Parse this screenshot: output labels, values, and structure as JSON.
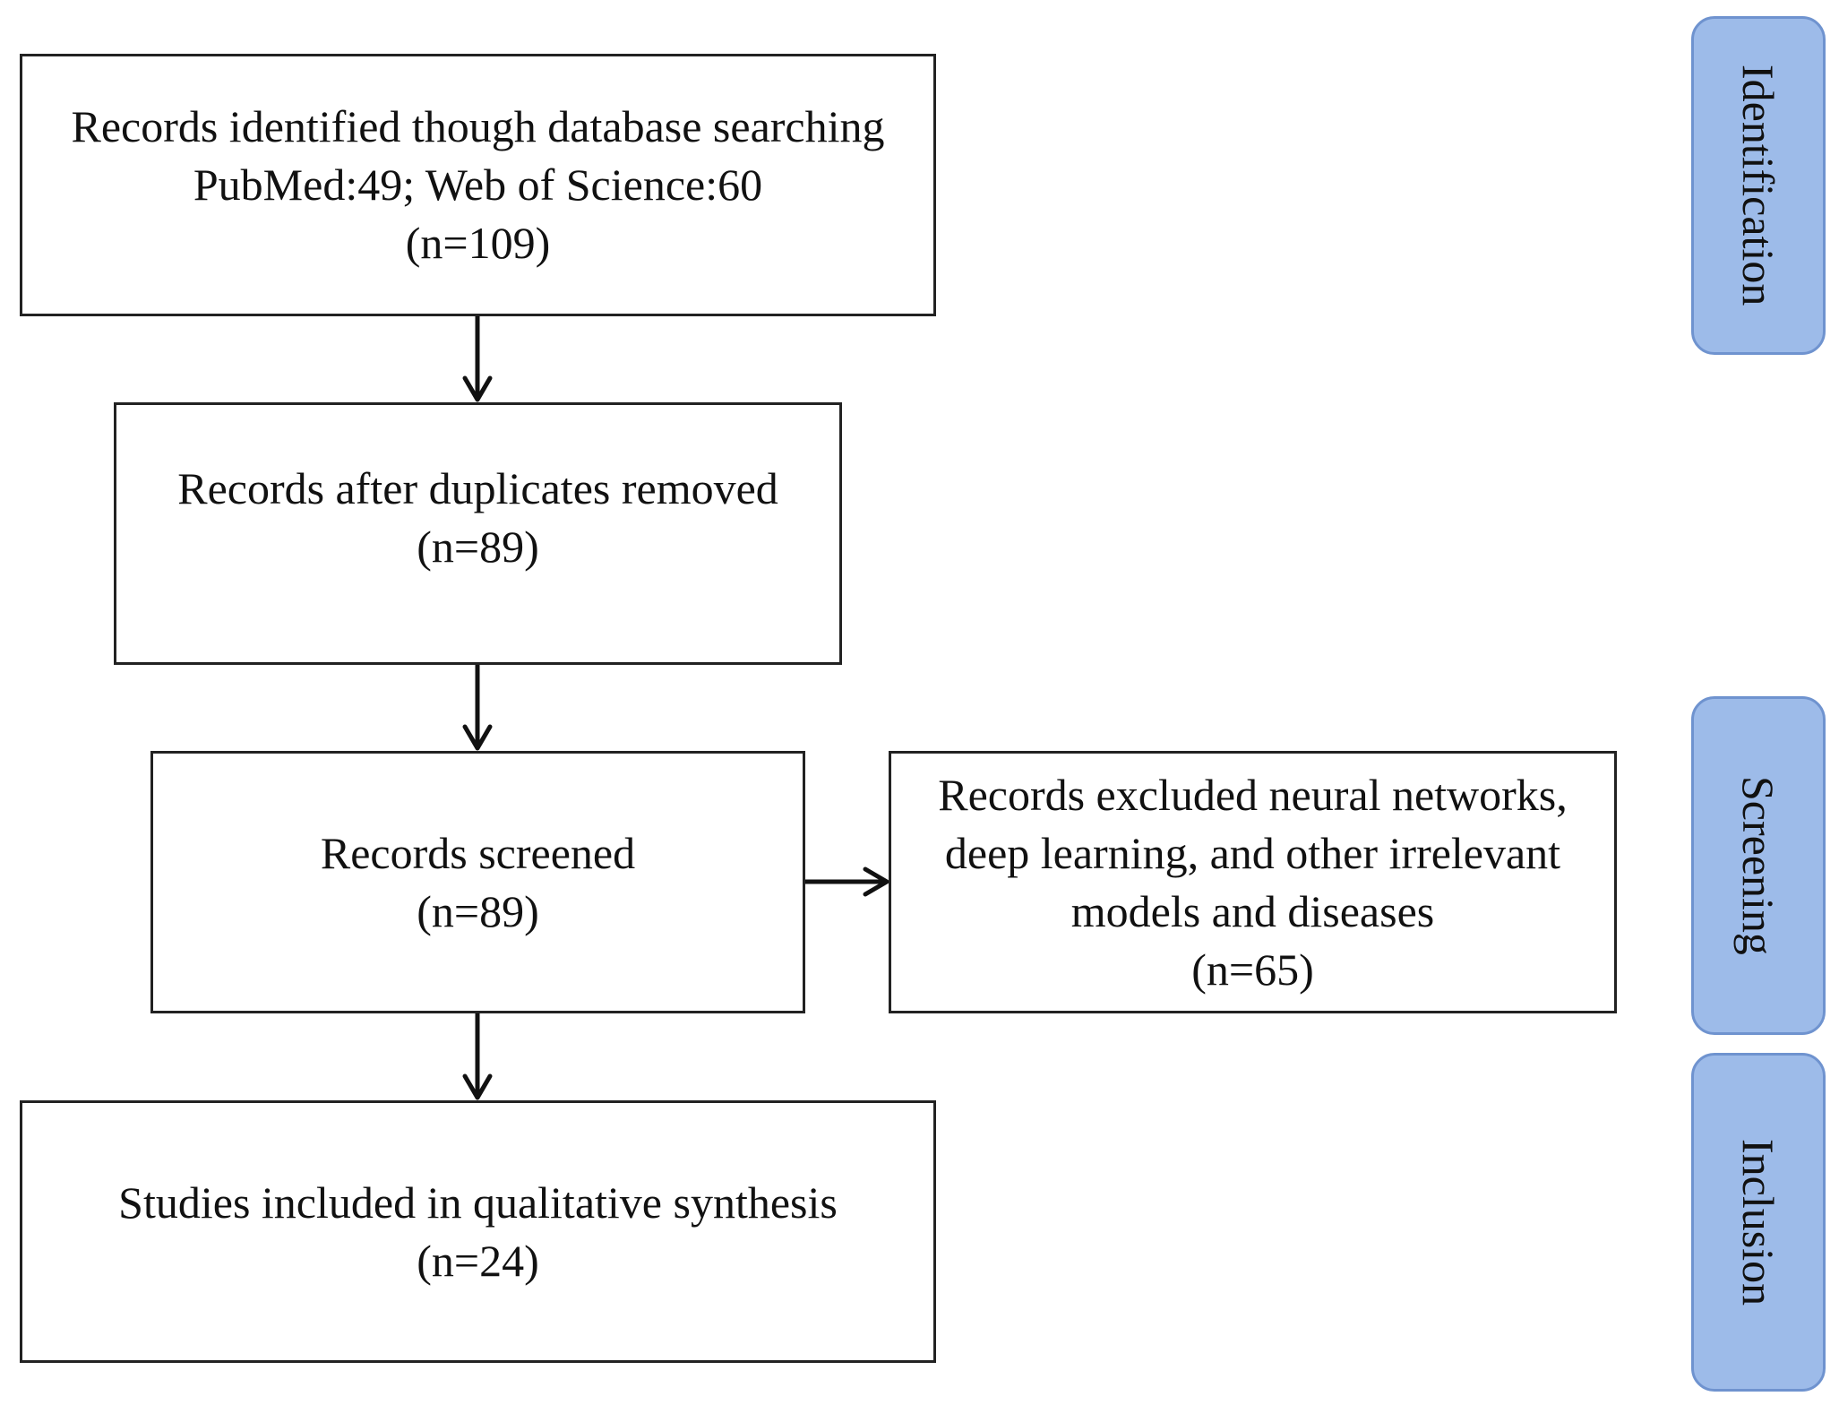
{
  "boxes": {
    "identified": {
      "lines": [
        "Records identified though database searching",
        "PubMed:49; Web of Science:60",
        "(n=109)"
      ]
    },
    "duplicates_removed": {
      "lines": [
        "Records after duplicates removed",
        "(n=89)"
      ]
    },
    "screened": {
      "lines": [
        "Records screened",
        "(n=89)"
      ]
    },
    "excluded": {
      "lines": [
        "Records excluded neural networks,",
        "deep learning, and other irrelevant",
        "models and diseases",
        "(n=65)"
      ]
    },
    "included": {
      "lines": [
        "Studies included in qualitative synthesis",
        "(n=24)"
      ]
    }
  },
  "stages": {
    "identification": "Identification",
    "screening": "Screening",
    "inclusion": "Inclusion"
  },
  "colors": {
    "stage_fill": "#9dbbe9",
    "stage_border": "#6f93cf",
    "box_border": "#222222",
    "arrow": "#111111"
  }
}
